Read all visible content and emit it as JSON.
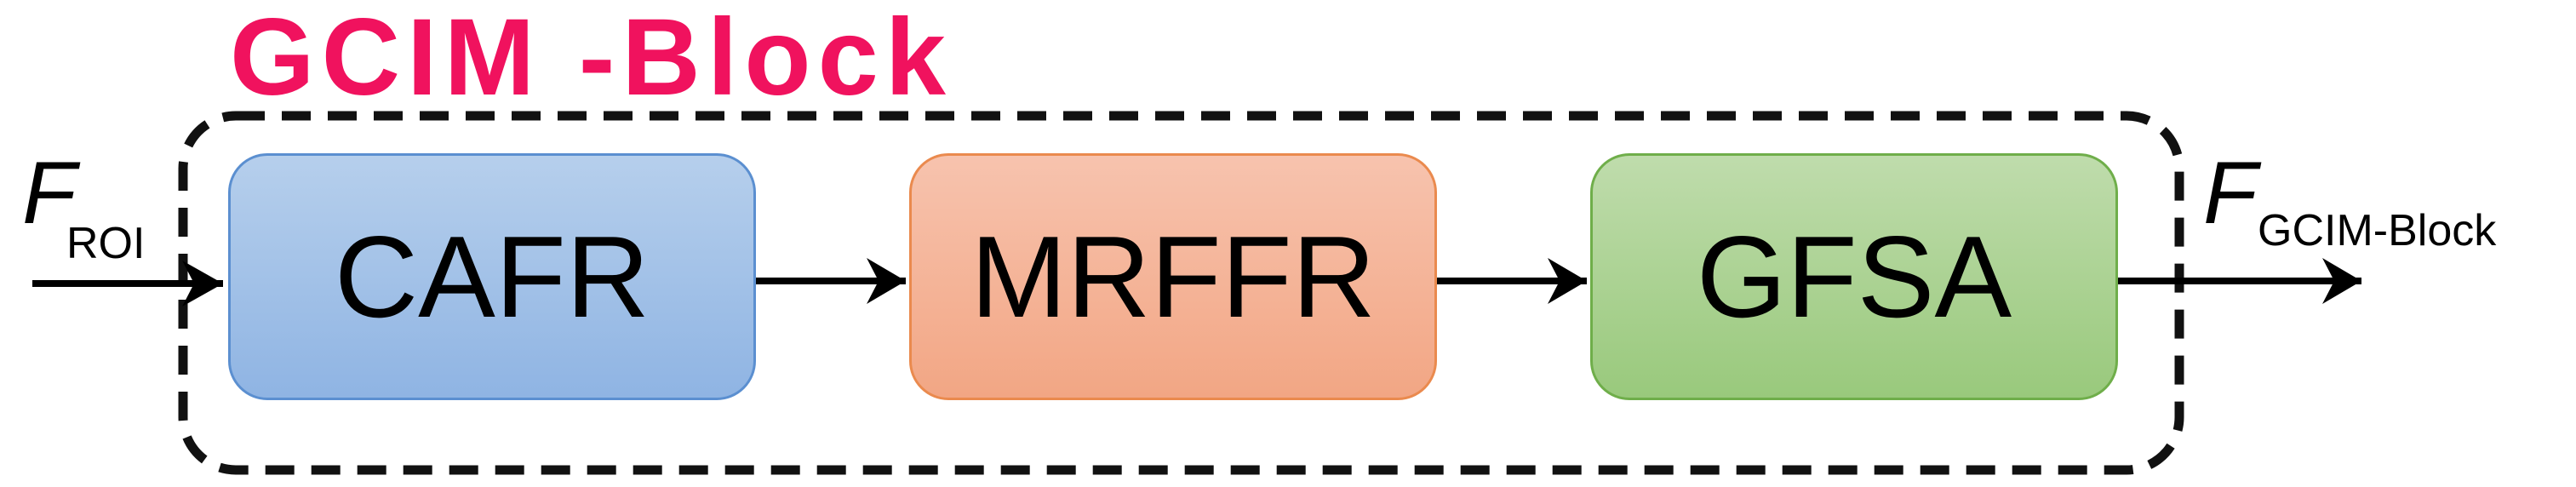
{
  "title": "GCIM -Block",
  "blocks": [
    {
      "label": "CAFR",
      "fill": "#a6c4e8",
      "border": "#5b8fd0"
    },
    {
      "label": "MRFFR",
      "fill": "#f4b59a",
      "border": "#ea8a4e"
    },
    {
      "label": "GFSA",
      "fill": "#add39a",
      "border": "#6fae4a"
    }
  ],
  "input": {
    "symbol": "F",
    "subscript": "ROI"
  },
  "output": {
    "symbol": "F",
    "subscript": "GCIM-Block"
  },
  "colors": {
    "title": "#f0125e",
    "container_border": "#111111",
    "arrow": "#000000"
  }
}
